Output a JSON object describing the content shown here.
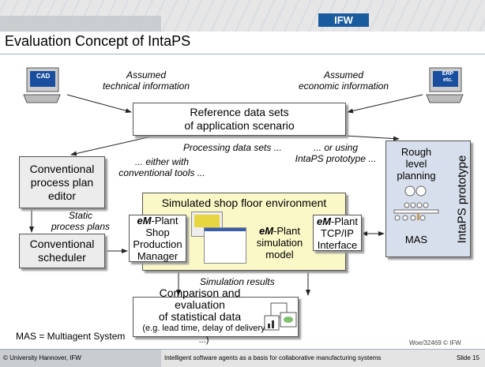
{
  "header": {
    "logo": "IFW",
    "title": "Evaluation Concept of IntaPS"
  },
  "inputs": {
    "cad_label": "CAD",
    "erp_label": "ERP etc.",
    "technical": [
      "Assumed",
      "technical information"
    ],
    "economic": [
      "Assumed",
      "economic information"
    ]
  },
  "reference": [
    "Reference data sets",
    "of application scenario"
  ],
  "labels": {
    "processing": "Processing data sets ...",
    "either": [
      "... either with",
      "conventional tools ..."
    ],
    "or_using": [
      "... or using",
      "IntaPS prototype ..."
    ],
    "static": [
      "Static",
      "process plans"
    ],
    "sim_results": "Simulation results",
    "mas_def": "MAS = Multiagent System",
    "ref_code": "Woe/32469 © IFW"
  },
  "editor": [
    "Conventional",
    "process plan",
    "editor"
  ],
  "scheduler": [
    "Conventional",
    "scheduler"
  ],
  "sim_env": {
    "title": "Simulated shop floor environment",
    "spm": [
      "eM",
      "-Plant",
      "Shop",
      "Production",
      "Manager"
    ],
    "model": [
      "eM",
      "-Plant",
      "simulation",
      "model"
    ],
    "tcp": [
      "eM",
      "-Plant",
      "TCP/IP",
      "Interface"
    ]
  },
  "intaps": {
    "planning": [
      "Rough",
      "level",
      "planning"
    ],
    "mas": "MAS",
    "vertical": "IntaPS prototype"
  },
  "comparison": [
    "Comparison and evaluation",
    "of statistical data",
    "(e.g. lead time, delay of delivery ...)"
  ],
  "footer": {
    "left": "© University Hannover, IFW",
    "center": "Intelligent software agents as a basis for collaborative manufacturing systems",
    "right": "Slide 15"
  },
  "colors": {
    "accent": "#1a5a9e",
    "sim_bg": "#fbf8c8",
    "intaps_bg": "#d8dfec"
  }
}
